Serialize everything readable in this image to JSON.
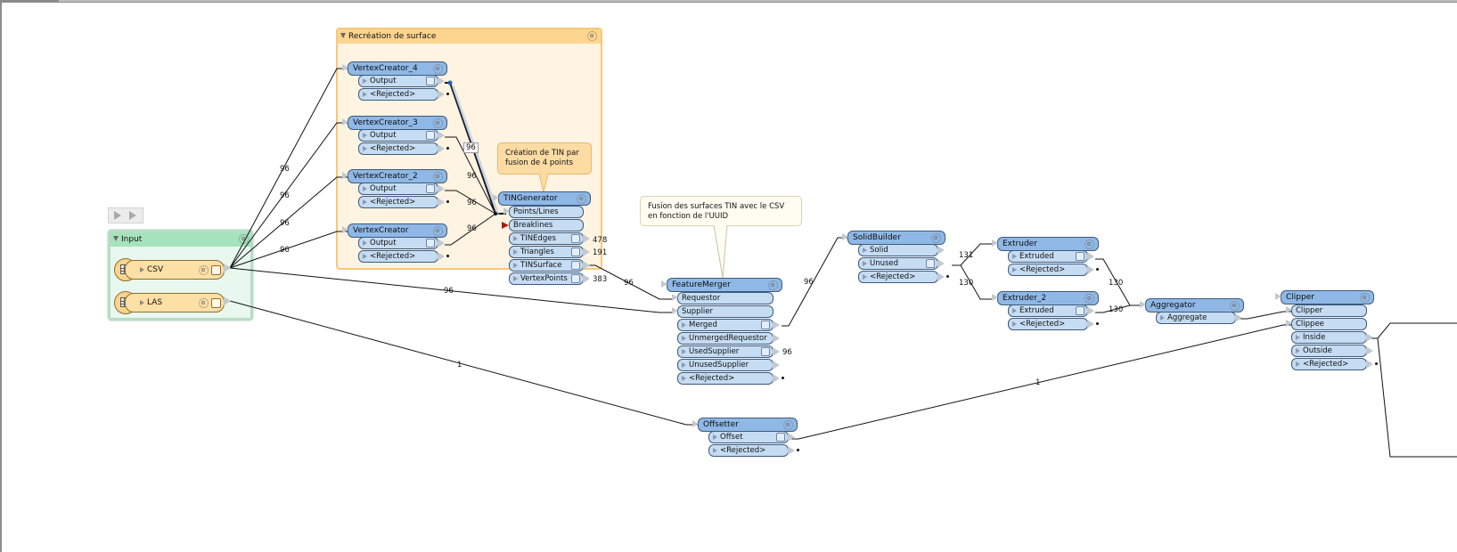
{
  "workspace": {
    "bookmarks": {
      "input": {
        "title": "Input",
        "color": "#a6e3bd",
        "body_color": "#e8f8ee"
      },
      "surface": {
        "title": "Recréation de surface",
        "color": "#fdd58e",
        "body_color": "#fff3e2"
      }
    },
    "run_controls": [
      {
        "name": "run-to-this",
        "icon": "play-dot-icon"
      },
      {
        "name": "run-from-this",
        "icon": "play-plus-icon"
      }
    ],
    "readers": [
      {
        "id": "csv",
        "label": "CSV"
      },
      {
        "id": "las",
        "label": "LAS"
      }
    ],
    "annotations": {
      "tin": "Création de TIN par fusion de 4 points",
      "merge": "Fusion des surfaces TIN avec le CSV en fonction de l'UUID"
    },
    "transformers": {
      "vc4": {
        "name": "VertexCreator_4",
        "outputs": [
          "Output",
          "<Rejected>"
        ]
      },
      "vc3": {
        "name": "VertexCreator_3",
        "outputs": [
          "Output",
          "<Rejected>"
        ]
      },
      "vc2": {
        "name": "VertexCreator_2",
        "outputs": [
          "Output",
          "<Rejected>"
        ]
      },
      "vc1": {
        "name": "VertexCreator",
        "outputs": [
          "Output",
          "<Rejected>"
        ]
      },
      "tin": {
        "name": "TINGenerator",
        "inputs": [
          "Points/Lines",
          "Breaklines"
        ],
        "outputs": [
          "TINEdges",
          "Triangles",
          "TINSurface",
          "VertexPoints"
        ]
      },
      "fm": {
        "name": "FeatureMerger",
        "inputs": [
          "Requestor",
          "Supplier"
        ],
        "outputs": [
          "Merged",
          "UnmergedRequestor",
          "UsedSupplier",
          "UnusedSupplier",
          "<Rejected>"
        ]
      },
      "off": {
        "name": "Offsetter",
        "outputs": [
          "Offset",
          "<Rejected>"
        ]
      },
      "sb": {
        "name": "SolidBuilder",
        "outputs": [
          "Solid",
          "Unused",
          "<Rejected>"
        ]
      },
      "ex1": {
        "name": "Extruder",
        "outputs": [
          "Extruded",
          "<Rejected>"
        ]
      },
      "ex2": {
        "name": "Extruder_2",
        "outputs": [
          "Extruded",
          "<Rejected>"
        ]
      },
      "agg": {
        "name": "Aggregator",
        "outputs": [
          "Aggregate"
        ]
      },
      "clip": {
        "name": "Clipper",
        "inputs": [
          "Clipper",
          "Clippee"
        ],
        "outputs": [
          "Inside",
          "Outside",
          "<Rejected>"
        ]
      }
    },
    "counts": {
      "csv_vc4": "96",
      "csv_vc3": "96",
      "csv_vc2": "96",
      "csv_vc1": "96",
      "vc4_tin": "96",
      "vc3_tin": "96",
      "vc2_tin": "96",
      "vc1_tin": "96",
      "csv_fm": "96",
      "tin_edges": "478",
      "tin_triangles": "191",
      "tin_vertex": "383",
      "tin_fm": "96",
      "fm_used": "96",
      "fm_sb": "96",
      "sb_ex1": "131",
      "sb_ex2": "130",
      "ex1_agg": "130",
      "ex2_agg": "130",
      "las_off": "1",
      "off_clip": "1"
    }
  }
}
